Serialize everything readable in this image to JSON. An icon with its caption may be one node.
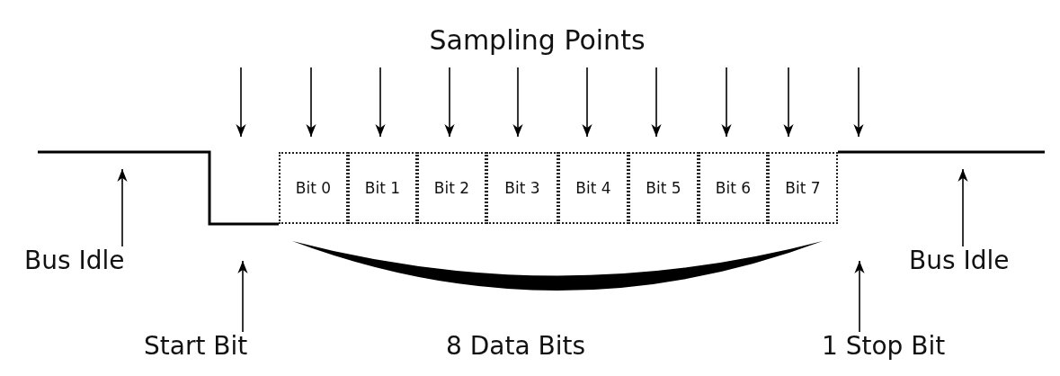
{
  "diagram": {
    "title": "Sampling Points",
    "nodes": [
      {
        "text": [
          "Bit 0"
        ]
      },
      {
        "text": [
          "Bit 1"
        ]
      },
      {
        "text": [
          "Bit 2"
        ]
      },
      {
        "text": [
          "Bit 3"
        ]
      },
      {
        "text": [
          "Bit 4"
        ]
      },
      {
        "text": [
          "Bit 5"
        ]
      },
      {
        "text": [
          "Bit 6"
        ]
      },
      {
        "text": [
          "Bit 7"
        ]
      },
      {
        "text": [
          "Bus Idle"
        ]
      },
      {
        "text": [
          "Start Bit"
        ]
      },
      {
        "text": [
          "1 Stop Bit"
        ]
      },
      {
        "text": [
          "Bus Idle"
        ]
      }
    ],
    "edges": [
      {
        "from": 8,
        "to": null,
        "arrow": "to"
      },
      {
        "from": 9,
        "to": null,
        "arrow": "to"
      },
      {
        "from": 10,
        "to": null,
        "arrow": "to"
      },
      {
        "from": 11,
        "to": null,
        "arrow": "to"
      }
    ],
    "labels": [
      "8 Data Bits"
    ]
  }
}
